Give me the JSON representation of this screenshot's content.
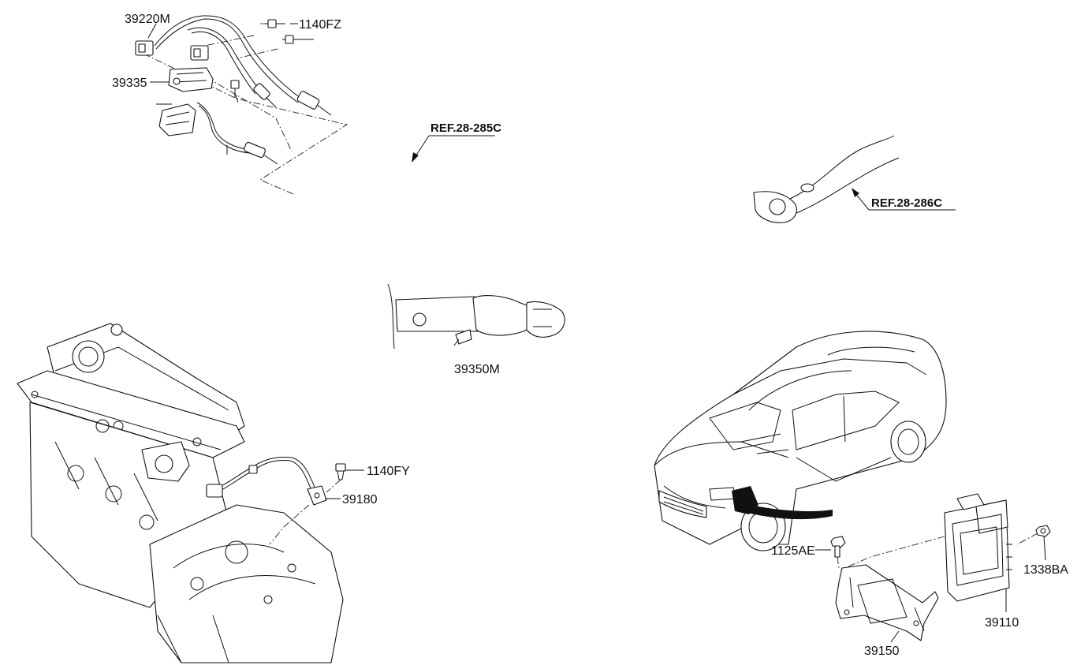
{
  "diagram": {
    "parts": {
      "p39220M": "39220M",
      "p1140FZ": "1140FZ",
      "p39335": "39335",
      "p39350M": "39350M",
      "p1140FY": "1140FY",
      "p39180": "39180",
      "p1125AE": "1125AE",
      "p1338BA": "1338BA",
      "p39110": "39110",
      "p39150": "39150"
    },
    "references": {
      "ref285C": "REF.28-285C",
      "ref286C": "REF.28-286C"
    }
  }
}
